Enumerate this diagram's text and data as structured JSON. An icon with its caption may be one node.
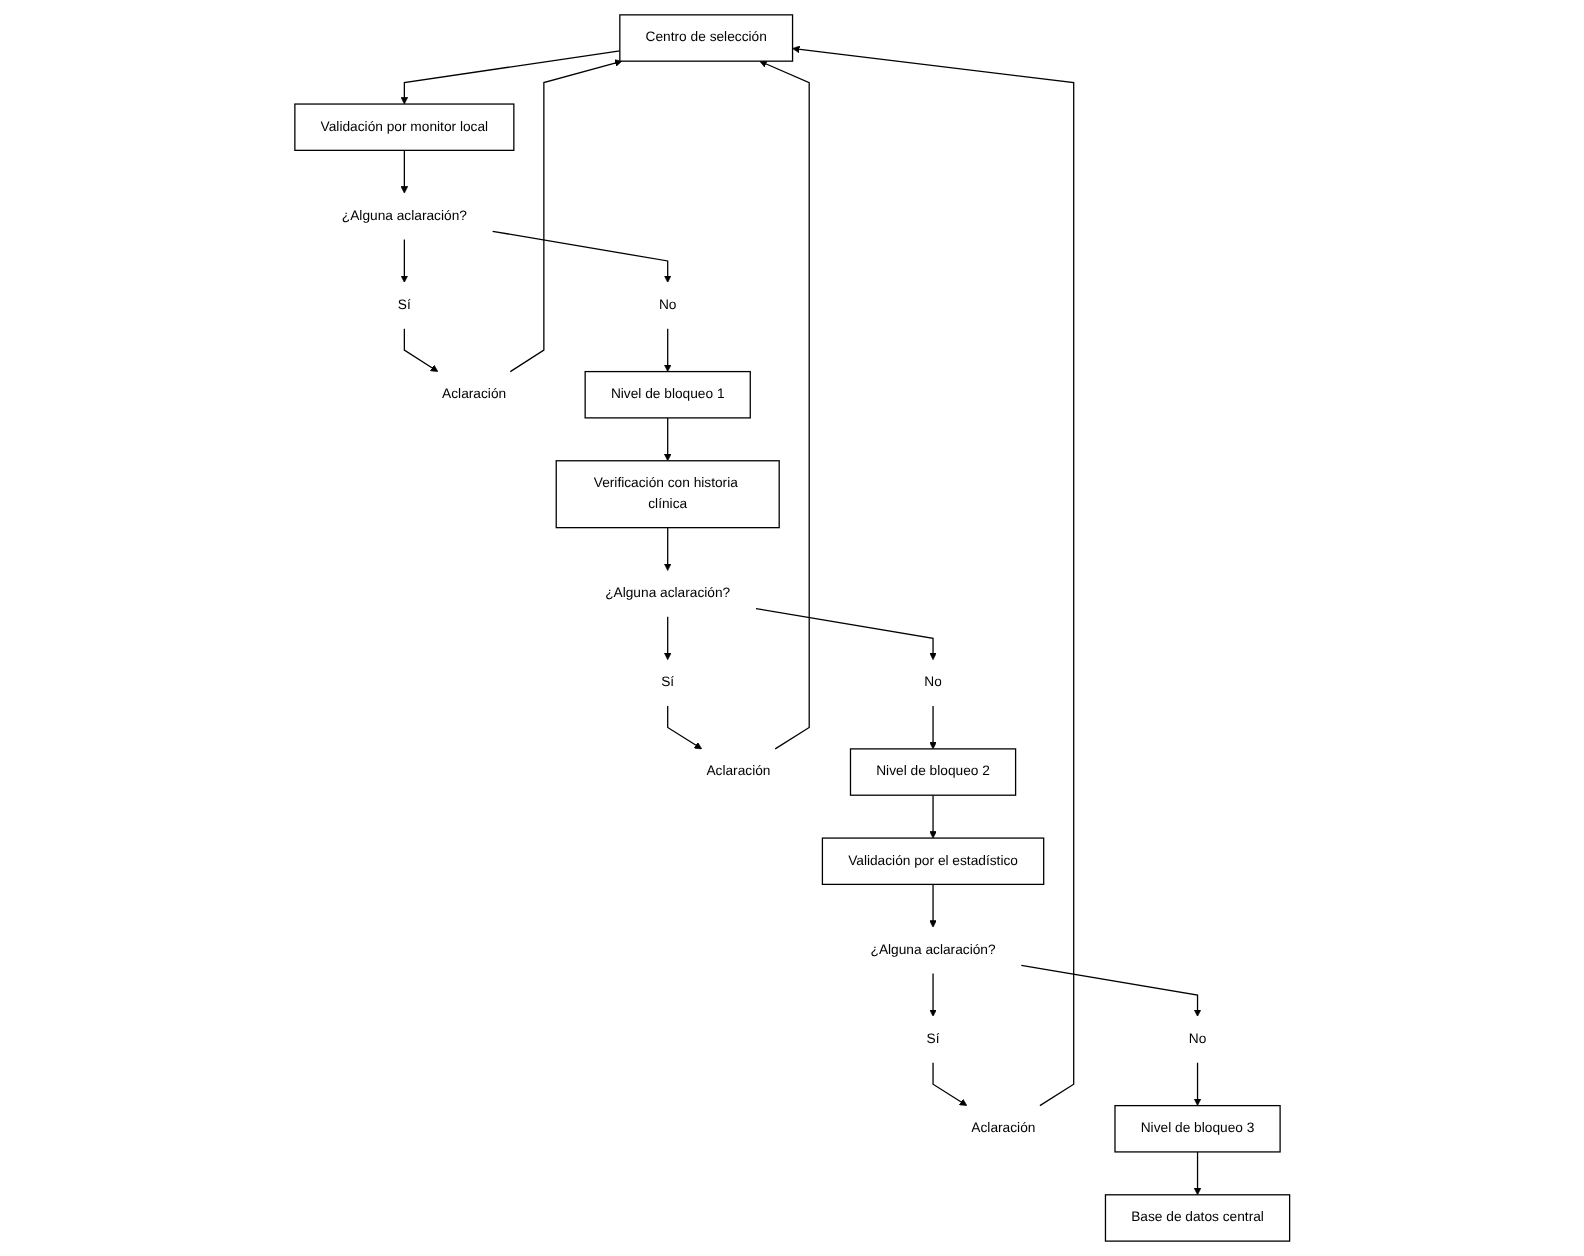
{
  "diagram": {
    "nodes": [
      {
        "text": [
          "Centro de selección"
        ]
      },
      {
        "text": [
          "Validación por monitor local"
        ]
      },
      {
        "text": [
          "¿Alguna aclaración?"
        ]
      },
      {
        "text": [
          "Sí"
        ]
      },
      {
        "text": [
          "No"
        ]
      },
      {
        "text": [
          "Aclaración"
        ]
      },
      {
        "text": [
          "Nivel de bloqueo 1"
        ]
      },
      {
        "text": [
          "Verificación con historia clínica"
        ]
      },
      {
        "text": [
          "¿Alguna aclaración?"
        ]
      },
      {
        "text": [
          "Sí"
        ]
      },
      {
        "text": [
          "No"
        ]
      },
      {
        "text": [
          "Aclaración"
        ]
      },
      {
        "text": [
          "Nivel de bloqueo 2"
        ]
      },
      {
        "text": [
          "Validación por el estadístico"
        ]
      },
      {
        "text": [
          "¿Alguna aclaración?"
        ]
      },
      {
        "text": [
          "Sí"
        ]
      },
      {
        "text": [
          "No"
        ]
      },
      {
        "text": [
          "Aclaración"
        ]
      },
      {
        "text": [
          "Nivel de bloqueo 3"
        ]
      },
      {
        "text": [
          "Base de datos central"
        ]
      }
    ],
    "edges": [
      {
        "from": 0,
        "to": 1,
        "arrow": "to"
      },
      {
        "from": 1,
        "to": 2,
        "arrow": "to"
      },
      {
        "from": 2,
        "to": 3,
        "arrow": "to"
      },
      {
        "from": 2,
        "to": 4,
        "arrow": "to"
      },
      {
        "from": 3,
        "to": 5,
        "arrow": "to"
      },
      {
        "from": 5,
        "to": 0,
        "arrow": "to"
      },
      {
        "from": 4,
        "to": 6,
        "arrow": "to"
      },
      {
        "from": 6,
        "to": 7,
        "arrow": "to"
      },
      {
        "from": 7,
        "to": 8,
        "arrow": "to"
      },
      {
        "from": 8,
        "to": 9,
        "arrow": "to"
      },
      {
        "from": 8,
        "to": 10,
        "arrow": "to"
      },
      {
        "from": 9,
        "to": 11,
        "arrow": "to"
      },
      {
        "from": 11,
        "to": 0,
        "arrow": "to"
      },
      {
        "from": 10,
        "to": 12,
        "arrow": "to"
      },
      {
        "from": 12,
        "to": 13,
        "arrow": "to"
      },
      {
        "from": 13,
        "to": 14,
        "arrow": "to"
      },
      {
        "from": 14,
        "to": 15,
        "arrow": "to"
      },
      {
        "from": 14,
        "to": 16,
        "arrow": "to"
      },
      {
        "from": 15,
        "to": 17,
        "arrow": "to"
      },
      {
        "from": 17,
        "to": 0,
        "arrow": "to"
      },
      {
        "from": 16,
        "to": 18,
        "arrow": "to"
      },
      {
        "from": 18,
        "to": 19,
        "arrow": "to"
      }
    ]
  }
}
